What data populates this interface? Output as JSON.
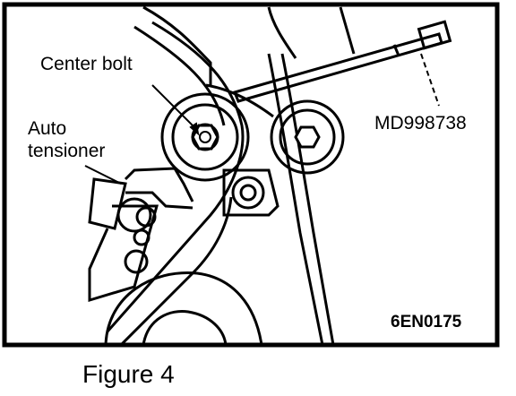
{
  "labels": {
    "center_bolt": "Center bolt",
    "auto_tensioner_line1": "Auto",
    "auto_tensioner_line2": "tensioner",
    "tool": "MD998738",
    "drawing_code": "6EN0175"
  },
  "caption": "Figure 4",
  "colors": {
    "ink": "#000000",
    "paper": "#ffffff"
  }
}
